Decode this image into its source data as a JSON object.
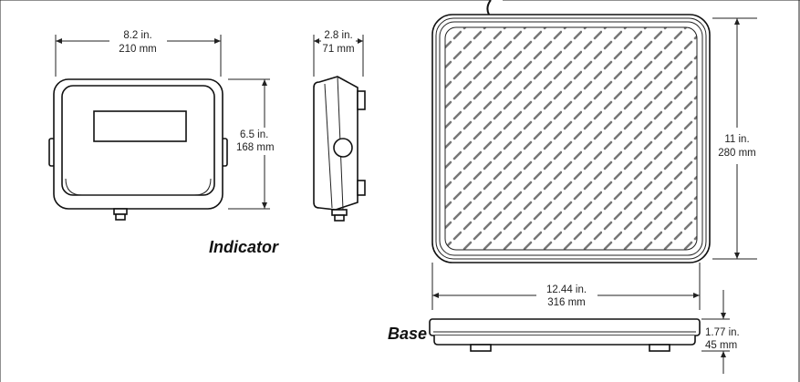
{
  "indicator": {
    "label": "Indicator",
    "width_in": "8.2 in.",
    "width_mm": "210 mm",
    "depth_in": "2.8 in.",
    "depth_mm": "71 mm",
    "height_in": "6.5 in.",
    "height_mm": "168 mm"
  },
  "base": {
    "label": "Base",
    "width_in": "12.44 in.",
    "width_mm": "316 mm",
    "length_in": "11 in.",
    "length_mm": "280 mm",
    "height_in": "1.77 in.",
    "height_mm": "45 mm"
  },
  "colors": {
    "line": "#222222",
    "pattern": "#777777"
  }
}
